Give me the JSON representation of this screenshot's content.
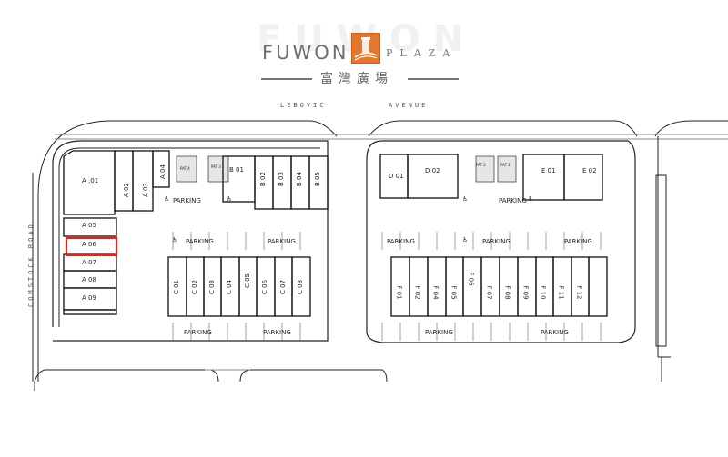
{
  "header": {
    "brand": "FUWON",
    "ghost": "FUWON",
    "plaza": "PLAZA",
    "chinese": "富灣廣場",
    "accent": "#e2772d"
  },
  "streets": {
    "top_left": "LEBOVIC",
    "top_right": "AVENUE",
    "left_road": "COMSTOCK ROAD"
  },
  "highlight": {
    "unit": "A 06",
    "color": "#e02a1e"
  },
  "units": {
    "A": [
      "A ,01",
      "A 02",
      "A 03",
      "A 04",
      "A 05",
      "A 06",
      "A 07",
      "A 08",
      "A 09"
    ],
    "B": [
      "B 01",
      "B 02",
      "B 03",
      "B 04",
      "B 05"
    ],
    "C": [
      "C 01",
      "C 02",
      "C 03",
      "C 04",
      "C 05",
      "C 06",
      "C 07",
      "C 08"
    ],
    "D": [
      "D 01",
      "D 02"
    ],
    "E": [
      "E 01",
      "E 02"
    ],
    "F": [
      "F 01",
      "F 02",
      "F 04",
      "F 05",
      "F 06",
      "F 07",
      "F 08",
      "F 09",
      "F 10",
      "F 11",
      "F 12"
    ]
  },
  "patios": [
    "PAT 4",
    "PAT 3",
    "PAT 2",
    "PAT 1"
  ],
  "parking_label": "PARKING",
  "accessible_icon": "♿"
}
